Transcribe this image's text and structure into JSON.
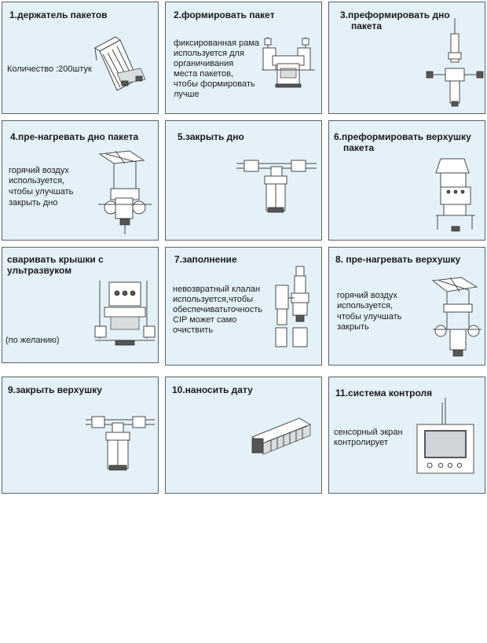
{
  "panels": [
    {
      "title": "1.держатель пакетов",
      "desc": [
        "Количество :200штук"
      ]
    },
    {
      "title": "2.формировать пакет",
      "desc": [
        "фиксированная рама",
        "используется для",
        "органичивания",
        "места пакетов,",
        "чтобы формировать",
        "лучше"
      ]
    },
    {
      "title": "3.преформировать дно",
      "title2": "пакета",
      "desc": []
    },
    {
      "title": "4.пре-нагревать дно пакета",
      "desc": [
        "горячий воздух",
        "используется,",
        "чтобы улучшать",
        "закрыть дно"
      ]
    },
    {
      "title": "5.закрыть дно",
      "desc": []
    },
    {
      "title": "6.преформировать верхушку",
      "title2": "пакета",
      "desc": []
    },
    {
      "title": "сваривать крышки с",
      "title2": "ультразвуком",
      "desc": [
        "(по желанию)"
      ]
    },
    {
      "title": "7.заполнение",
      "desc": [
        "невозвратный клалан",
        "используется,чтобы",
        "обеспечиватьточность",
        "CIP может само",
        "очиствить"
      ]
    },
    {
      "title": "8. пре-нагревать верхушку",
      "desc": [
        "горячий воздух",
        "используется,",
        "чтобы улучшать",
        "закрыть"
      ]
    },
    {
      "title": "9.закрыть верхушку",
      "desc": []
    },
    {
      "title": "10.наносить дату",
      "desc": []
    },
    {
      "title": "11.система контроля",
      "desc": [
        "сенсорный экран",
        "контролирует"
      ]
    }
  ],
  "icons": [
    "bag-holder-machine-icon",
    "bag-forming-frame-icon",
    "bottom-preformer-icon",
    "bottom-preheater-icon",
    "bottom-sealer-icon",
    "top-preformer-icon",
    "ultrasonic-sealer-icon",
    "filling-valve-icon",
    "top-preheater-icon",
    "top-sealer-icon",
    "date-printer-icon",
    "touch-screen-panel-icon"
  ]
}
